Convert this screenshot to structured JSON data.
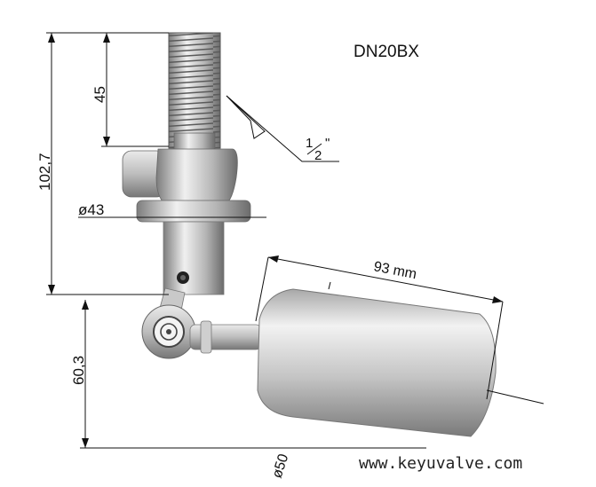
{
  "title": "DN20BX",
  "dimensions": {
    "thread_length": "45",
    "total_height": "102,7",
    "flange_diameter": "ø43",
    "float_length": "93 mm",
    "arm_height": "60,3",
    "float_diameter": "ø50",
    "thread_size_whole": "1",
    "thread_size_part": "2",
    "thread_size_unit": "\""
  },
  "website": "www.keyuvalve.com",
  "colors": {
    "metal_light": "#f2f2f2",
    "metal_mid": "#b9b9b9",
    "metal_dark": "#6f6f6f",
    "line": "#111111"
  }
}
